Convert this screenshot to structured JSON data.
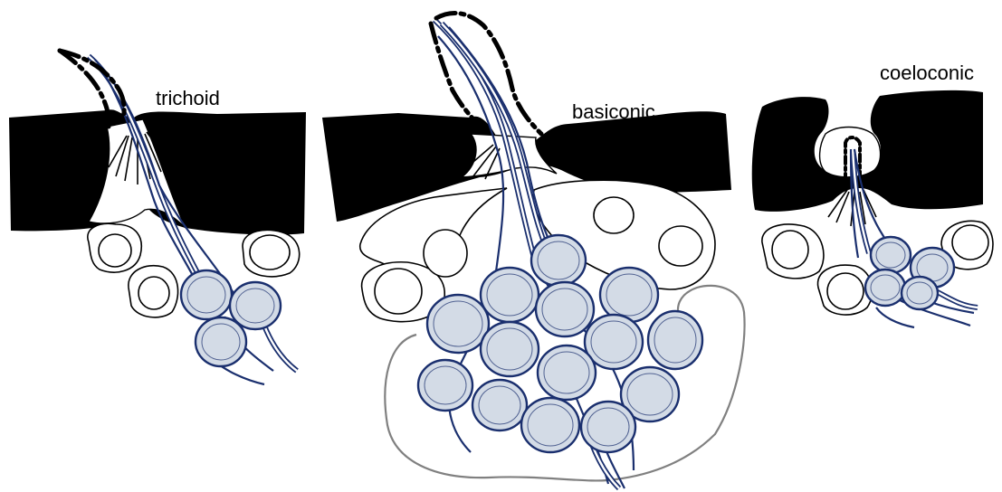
{
  "labels": {
    "trichoid": "trichoid",
    "basiconic": "basiconic",
    "coeloconic": "coeloconic"
  },
  "colors": {
    "cuticle": "#000000",
    "neuron_fill": "#d3dbe6",
    "neuron_outline": "#1a2f6e",
    "glia_outline": "#808080"
  }
}
